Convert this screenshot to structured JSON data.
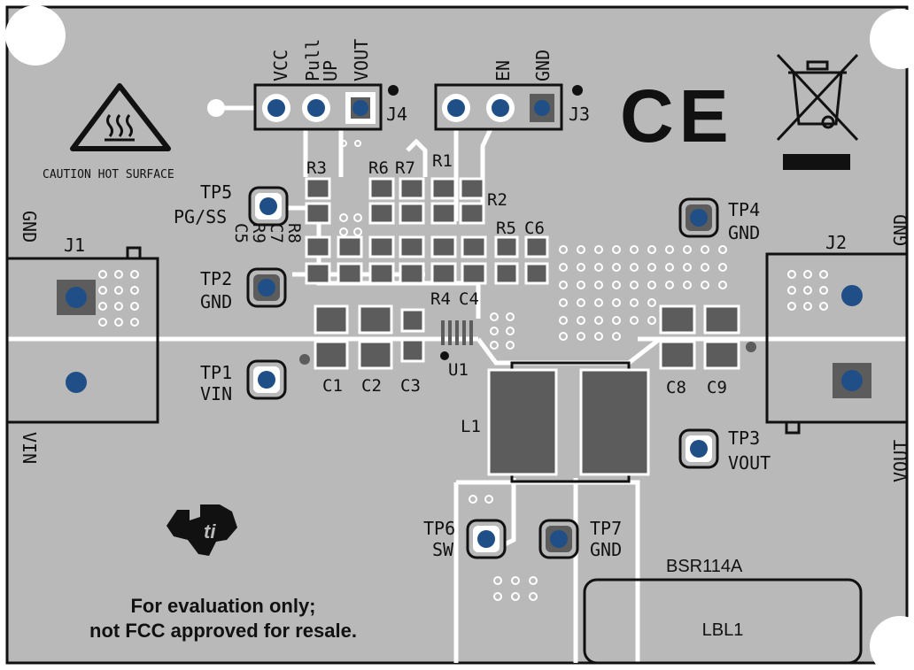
{
  "header_labels": {
    "j4_pins": [
      "VCC",
      "Pull",
      "UP",
      "VOUT"
    ],
    "j3_pins": [
      "EN",
      "GND"
    ],
    "j4": "J4",
    "j3": "J3",
    "caution": "CAUTION HOT SURFACE"
  },
  "resistors": [
    "R3",
    "R6",
    "R7",
    "R1",
    "R2",
    "R5",
    "C6",
    "R4",
    "C4",
    "C5",
    "R9",
    "C7",
    "R8"
  ],
  "capacitors": [
    "C1",
    "C2",
    "C3",
    "C8",
    "C9"
  ],
  "test_points": [
    {
      "id": "TP5",
      "sub": "PG/SS"
    },
    {
      "id": "TP2",
      "sub": "GND"
    },
    {
      "id": "TP1",
      "sub": "VIN"
    },
    {
      "id": "TP4",
      "sub": "GND"
    },
    {
      "id": "TP3",
      "sub": "VOUT"
    },
    {
      "id": "TP6",
      "sub": "SW"
    },
    {
      "id": "TP7",
      "sub": "GND"
    }
  ],
  "connectors": {
    "j1": "J1",
    "j2": "J2",
    "gnd_left": "GND",
    "vin_left": "VIN",
    "gnd_right": "GND",
    "vout_right": "VOUT"
  },
  "parts": {
    "u1": "U1",
    "l1": "L1",
    "ce_mark": "CE",
    "board_id": "BSR114A",
    "label_box": "LBL1"
  },
  "notice": {
    "line1": "For evaluation only;",
    "line2": "not FCC approved for resale."
  },
  "colors": {
    "board": "#b9b9b9",
    "pad": "#5c5c5c",
    "via_blue": "#1f4f86",
    "copper_line": "#ffffff",
    "outline": "#111111"
  }
}
